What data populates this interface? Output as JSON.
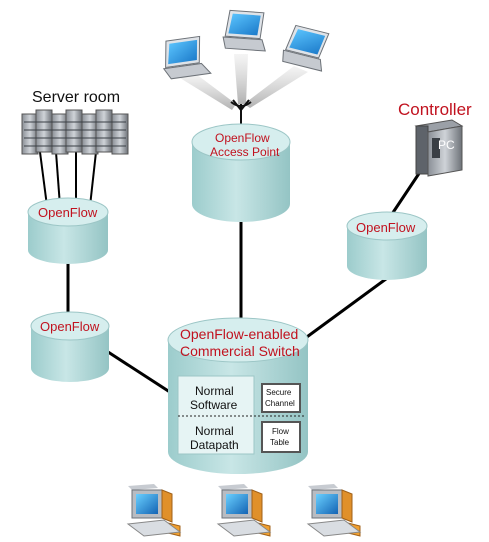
{
  "labels": {
    "server_room": "Server room",
    "controller": "Controller",
    "pc": "PC",
    "access_point": [
      "OpenFlow",
      "Access Point"
    ],
    "openflow_top_left": "OpenFlow",
    "openflow_mid_left": "OpenFlow",
    "openflow_right": "OpenFlow",
    "commercial_switch": [
      "OpenFlow-enabled",
      "Commercial Switch"
    ],
    "normal_software": [
      "Normal",
      "Software"
    ],
    "normal_datapath": [
      "Normal",
      "Datapath"
    ],
    "secure_channel": [
      "Secure",
      "Channel"
    ],
    "flow_table": [
      "Flow",
      "Table"
    ]
  },
  "colors": {
    "label_red": "#c1121f",
    "cylinder_top": "#d6eeee",
    "cylinder_body": "#b6dcdc",
    "link": "#000000"
  },
  "icons": {
    "laptops": [
      "laptop-icon",
      "laptop-icon",
      "laptop-icon"
    ],
    "antenna": "antenna-icon",
    "servers": "server-rack-icon",
    "controller": "server-tower-icon",
    "desktops": [
      "desktop-computer-icon",
      "desktop-computer-icon",
      "desktop-computer-icon"
    ]
  }
}
